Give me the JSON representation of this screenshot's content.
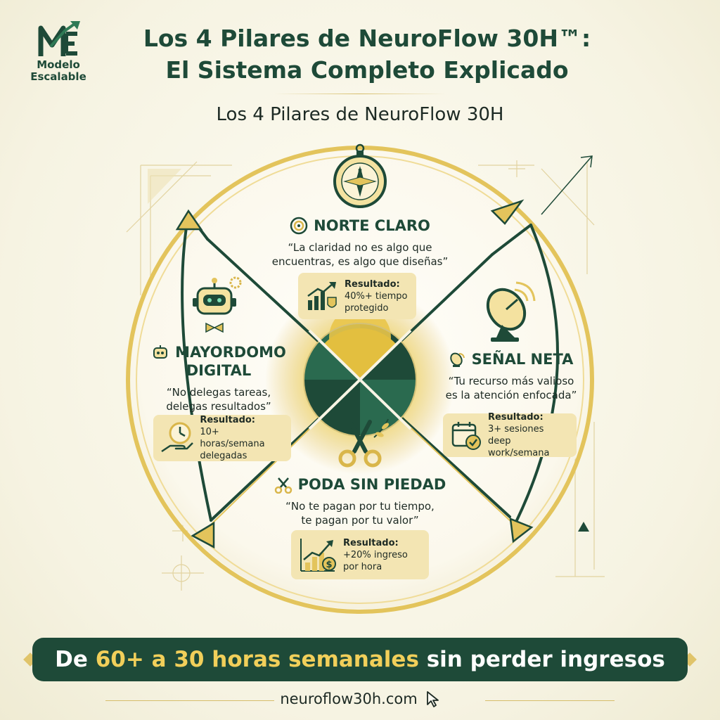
{
  "logo": {
    "line1": "Modelo",
    "line2": "Escalable"
  },
  "title": {
    "line1": "Los 4 Pilares de NeuroFlow 30H™:",
    "line2": "El Sistema Completo Explicado"
  },
  "subtitle": "Los 4 Pilares de NeuroFlow 30H",
  "colors": {
    "dark_green": "#1e4a38",
    "gold": "#e3c45c",
    "cream": "#f6f3e2",
    "result_box": "#f3e5b3"
  },
  "pillars": {
    "norte": {
      "icon": "compass-icon",
      "title_icon": "target-icon",
      "title": "NORTE CLARO",
      "quote_line1": "“La claridad no es algo que",
      "quote_line2": "encuentras, es algo que diseñas”",
      "result_icon": "growth-shield-icon",
      "result_label": "Resultado:",
      "result_line1": "40%+ tiempo",
      "result_line2": "protegido"
    },
    "senal": {
      "icon": "satellite-dish-icon",
      "title_icon": "satellite-dish-icon",
      "title": "SEÑAL NETA",
      "quote_line1": "“Tu recurso más valioso",
      "quote_line2": "es la atención enfocada”",
      "result_icon": "calendar-check-icon",
      "result_label": "Resultado:",
      "result_line1": "3+ sesiones deep",
      "result_line2": "work/semana"
    },
    "poda": {
      "icon": "pruning-shears-icon",
      "title_icon": "scissors-icon",
      "title": "PODA SIN PIEDAD",
      "quote_line1": "“No te pagan por tu tiempo,",
      "quote_line2": "te pagan por tu valor”",
      "result_icon": "revenue-chart-icon",
      "result_label": "Resultado:",
      "result_line1": "+20% ingreso",
      "result_line2": "por hora"
    },
    "mayordomo": {
      "icon": "robot-butler-icon",
      "title_icon": "robot-icon",
      "title_line1": "MAYORDOMO",
      "title_line2": "DIGITAL",
      "quote_line1": "“No delegas tareas,",
      "quote_line2": "delegas resultados”",
      "result_icon": "clock-hand-icon",
      "result_label": "Resultado:",
      "result_line1": "10+ horas/semana",
      "result_line2": "delegadas"
    }
  },
  "banner": {
    "part1": "De ",
    "highlight": "60+ a 30 horas semanales",
    "part2": " sin perder ingresos"
  },
  "footer": {
    "url": "neuroflow30h.com",
    "icon": "cursor-icon"
  }
}
